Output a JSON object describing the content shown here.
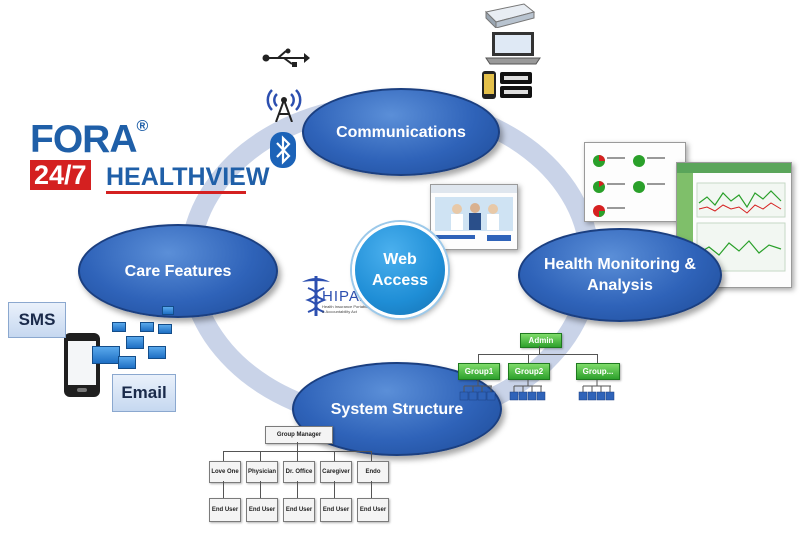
{
  "logo": {
    "brand": "FORA",
    "registered": "®",
    "number": "24/7",
    "product": "HEALTHVIEW"
  },
  "nodes": {
    "communications": "Communications",
    "care_features": "Care Features",
    "health_monitoring": "Health Monitoring & Analysis",
    "system_structure": "System Structure",
    "web_access": "Web Access"
  },
  "hipaa": {
    "title": "HIPAA",
    "subtitle": "Health Insurance Portability & Accountability Act"
  },
  "messaging": {
    "sms": "SMS",
    "email": "Email"
  },
  "admin_tree": {
    "root": "Admin",
    "groups": [
      "Group1",
      "Group2",
      "Group..."
    ]
  },
  "manager_tree": {
    "root": "Group Manager",
    "roles": [
      "Love One",
      "Physician",
      "Dr. Office",
      "Caregiver",
      "Endo"
    ],
    "leaves": [
      "End User",
      "End User",
      "End User",
      "End User",
      "End User"
    ]
  },
  "icons": [
    "usb-icon",
    "antenna-icon",
    "bluetooth-icon",
    "gateway-device-icon",
    "laptop-icon",
    "smartphone-icon",
    "envelope-icon",
    "mobile-phone-icon"
  ],
  "colors": {
    "node_blue": "#2f63b9",
    "ring": "#c9d3e8",
    "web_access": "#1f8ed6",
    "brand_blue": "#1f5fa8",
    "brand_red": "#d42020",
    "group_green": "#2ea12d"
  }
}
